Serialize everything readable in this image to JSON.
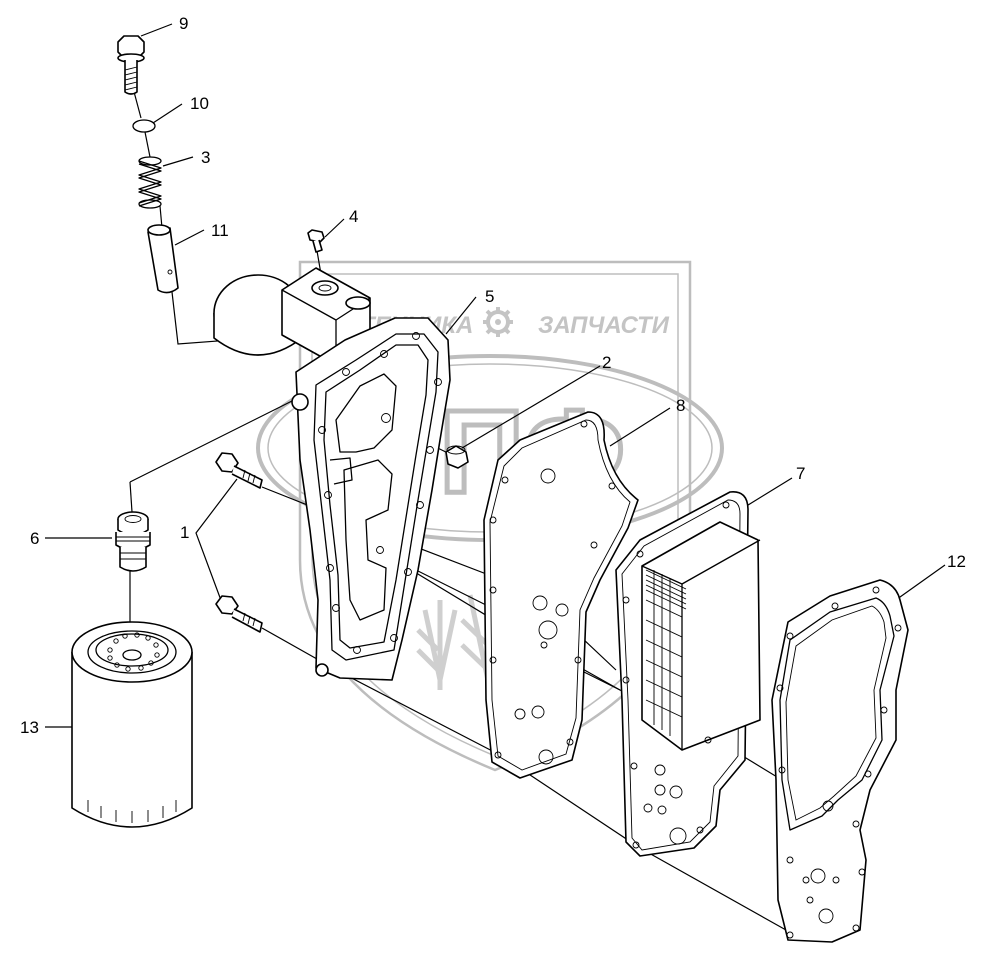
{
  "watermark": {
    "top_left": "ТЕХНИКА",
    "top_right": "ЗАПЧАСТИ",
    "logo": "ЭПФ",
    "color": "#bdbdbd"
  },
  "callouts": [
    {
      "label": "1"
    },
    {
      "label": "2"
    },
    {
      "label": "3"
    },
    {
      "label": "4"
    },
    {
      "label": "5"
    },
    {
      "label": "6"
    },
    {
      "label": "7"
    },
    {
      "label": "8"
    },
    {
      "label": "9"
    },
    {
      "label": "10"
    },
    {
      "label": "11"
    },
    {
      "label": "12"
    },
    {
      "label": "13"
    }
  ]
}
